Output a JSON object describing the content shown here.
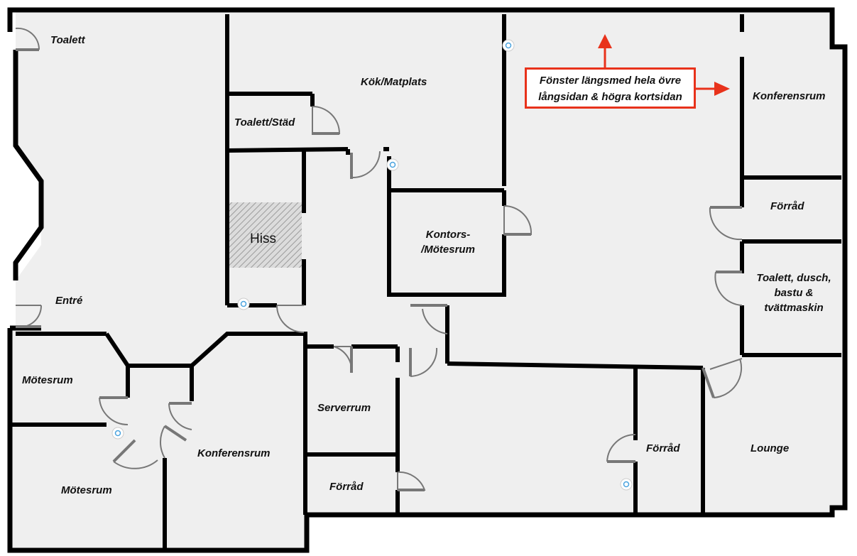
{
  "rooms": {
    "toalett": "Toalett",
    "kok": "Kök/Matplats",
    "toalett_stad": "Toalett/Städ",
    "hiss": "Hiss",
    "kontors_1": "Kontors-",
    "kontors_2": "/Mötesrum",
    "konferensrum_right": "Konferensrum",
    "forrad_right": "Förråd",
    "toalett_dusch_1": "Toalett, dusch,",
    "toalett_dusch_2": "bastu &",
    "toalett_dusch_3": "tvättmaskin",
    "entre": "Entré",
    "motesrum_upper": "Mötesrum",
    "motesrum_lower": "Mötesrum",
    "konferensrum_bottom": "Konferensrum",
    "serverrum": "Serverrum",
    "forrad_bottom_left": "Förråd",
    "forrad_bottom_mid": "Förråd",
    "lounge": "Lounge"
  },
  "note": {
    "line1": "Fönster längsmed hela övre",
    "line2": "långsidan & högra kortsidan"
  },
  "colors": {
    "floor": "#efefef",
    "wall": "#000000",
    "door": "#777777",
    "accent": "#e8321b",
    "sensor": "#4aa3df"
  }
}
